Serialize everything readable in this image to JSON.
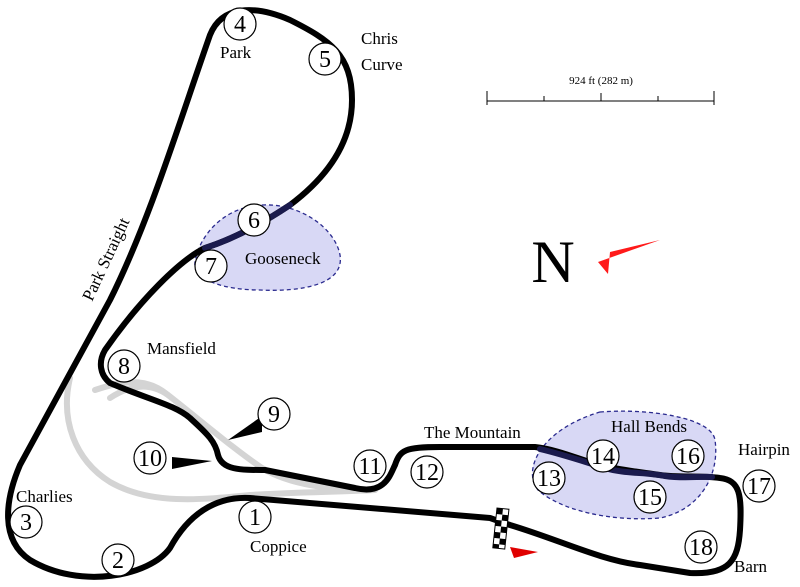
{
  "scale_bar": {
    "label": "924 ft (282 m)"
  },
  "compass": {
    "label": "N",
    "arrow_color": "#ff1a1a"
  },
  "colors": {
    "track": "#000000",
    "old_track": "#d4d4d4",
    "highlight_fill": "#d8d8f5",
    "highlight_stroke": "#2b2b8f",
    "start_arrow": "#e00000"
  },
  "corner_names": {
    "park": "Park",
    "chris_line1": "Chris",
    "chris_line2": "Curve",
    "gooseneck": "Gooseneck",
    "mansfield": "Mansfield",
    "park_straight": "Park Straight",
    "the_mountain": "The Mountain",
    "hall_bends": "Hall Bends",
    "hairpin": "Hairpin",
    "charlies": "Charlies",
    "coppice": "Coppice",
    "barn": "Barn"
  },
  "turns": [
    "1",
    "2",
    "3",
    "4",
    "5",
    "6",
    "7",
    "8",
    "9",
    "10",
    "11",
    "12",
    "13",
    "14",
    "15",
    "16",
    "17",
    "18"
  ]
}
